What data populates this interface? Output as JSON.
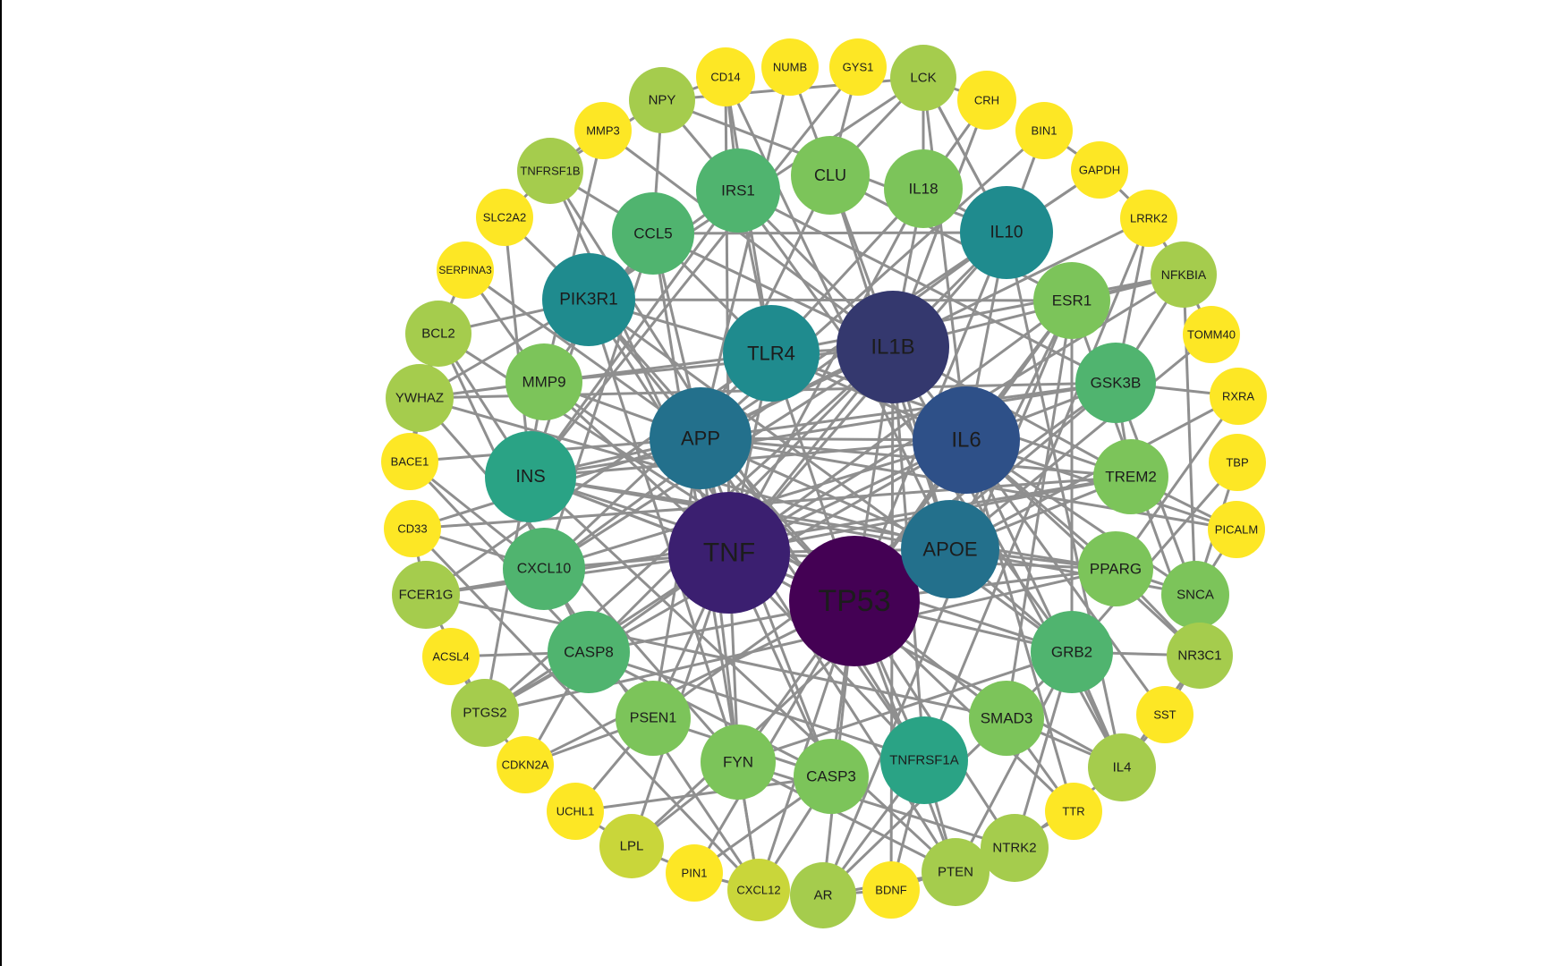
{
  "palette": {
    "edge": "#8f8f8f",
    "c1": "#440154",
    "c2": "#3b1f70",
    "c3": "#34386e",
    "c4": "#2e5088",
    "c5": "#23708c",
    "c6": "#1f8b8e",
    "c7": "#2aa385",
    "c8": "#50b46f",
    "c9": "#7cc45a",
    "c10": "#a5cc4d",
    "c11": "#c9d63a",
    "c12": "#fde725"
  },
  "nodes": [
    {
      "id": "TP53",
      "label": "TP53",
      "color": "c1"
    },
    {
      "id": "TNF",
      "label": "TNF",
      "color": "c2"
    },
    {
      "id": "IL1B",
      "label": "IL1B",
      "color": "c3"
    },
    {
      "id": "IL6",
      "label": "IL6",
      "color": "c4"
    },
    {
      "id": "APP",
      "label": "APP",
      "color": "c5"
    },
    {
      "id": "APOE",
      "label": "APOE",
      "color": "c5"
    },
    {
      "id": "TLR4",
      "label": "TLR4",
      "color": "c6"
    },
    {
      "id": "IL10",
      "label": "IL10",
      "color": "c6"
    },
    {
      "id": "PIK3R1",
      "label": "PIK3R1",
      "color": "c6"
    },
    {
      "id": "INS",
      "label": "INS",
      "color": "c7"
    },
    {
      "id": "TNFRSF1A",
      "label": "TNFRSF1A",
      "color": "c7"
    },
    {
      "id": "IRS1",
      "label": "IRS1",
      "color": "c8"
    },
    {
      "id": "CCL5",
      "label": "CCL5",
      "color": "c8"
    },
    {
      "id": "CXCL10",
      "label": "CXCL10",
      "color": "c8"
    },
    {
      "id": "CASP8",
      "label": "CASP8",
      "color": "c8"
    },
    {
      "id": "GRB2",
      "label": "GRB2",
      "color": "c8"
    },
    {
      "id": "GSK3B",
      "label": "GSK3B",
      "color": "c8"
    },
    {
      "id": "CLU",
      "label": "CLU",
      "color": "c9"
    },
    {
      "id": "IL18",
      "label": "IL18",
      "color": "c9"
    },
    {
      "id": "ESR1",
      "label": "ESR1",
      "color": "c9"
    },
    {
      "id": "MMP9",
      "label": "MMP9",
      "color": "c9"
    },
    {
      "id": "TREM2",
      "label": "TREM2",
      "color": "c9"
    },
    {
      "id": "PPARG",
      "label": "PPARG",
      "color": "c9"
    },
    {
      "id": "CASP3",
      "label": "CASP3",
      "color": "c9"
    },
    {
      "id": "SMAD3",
      "label": "SMAD3",
      "color": "c9"
    },
    {
      "id": "FYN",
      "label": "FYN",
      "color": "c9"
    },
    {
      "id": "PSEN1",
      "label": "PSEN1",
      "color": "c9"
    },
    {
      "id": "NPY",
      "label": "NPY",
      "color": "c10"
    },
    {
      "id": "LCK",
      "label": "LCK",
      "color": "c10"
    },
    {
      "id": "TNFRSF1B",
      "label": "TNFRSF1B",
      "color": "c10"
    },
    {
      "id": "NFKBIA",
      "label": "NFKBIA",
      "color": "c10"
    },
    {
      "id": "BCL2",
      "label": "BCL2",
      "color": "c10"
    },
    {
      "id": "YWHAZ",
      "label": "YWHAZ",
      "color": "c10"
    },
    {
      "id": "FCER1G",
      "label": "FCER1G",
      "color": "c10"
    },
    {
      "id": "SNCA",
      "label": "SNCA",
      "color": "c9"
    },
    {
      "id": "NR3C1",
      "label": "NR3C1",
      "color": "c10"
    },
    {
      "id": "PTGS2",
      "label": "PTGS2",
      "color": "c10"
    },
    {
      "id": "IL4",
      "label": "IL4",
      "color": "c10"
    },
    {
      "id": "NTRK2",
      "label": "NTRK2",
      "color": "c10"
    },
    {
      "id": "PTEN",
      "label": "PTEN",
      "color": "c10"
    },
    {
      "id": "AR",
      "label": "AR",
      "color": "c10"
    },
    {
      "id": "LPL",
      "label": "LPL",
      "color": "c11"
    },
    {
      "id": "CXCL12",
      "label": "CXCL12",
      "color": "c11"
    },
    {
      "id": "CD14",
      "label": "CD14",
      "color": "c12"
    },
    {
      "id": "NUMB",
      "label": "NUMB",
      "color": "c12"
    },
    {
      "id": "GYS1",
      "label": "GYS1",
      "color": "c12"
    },
    {
      "id": "CRH",
      "label": "CRH",
      "color": "c12"
    },
    {
      "id": "BIN1",
      "label": "BIN1",
      "color": "c12"
    },
    {
      "id": "GAPDH",
      "label": "GAPDH",
      "color": "c12"
    },
    {
      "id": "LRRK2",
      "label": "LRRK2",
      "color": "c12"
    },
    {
      "id": "TOMM40",
      "label": "TOMM40",
      "color": "c12"
    },
    {
      "id": "RXRA",
      "label": "RXRA",
      "color": "c12"
    },
    {
      "id": "TBP",
      "label": "TBP",
      "color": "c12"
    },
    {
      "id": "PICALM",
      "label": "PICALM",
      "color": "c12"
    },
    {
      "id": "SST",
      "label": "SST",
      "color": "c12"
    },
    {
      "id": "TTR",
      "label": "TTR",
      "color": "c12"
    },
    {
      "id": "BDNF",
      "label": "BDNF",
      "color": "c12"
    },
    {
      "id": "PIN1",
      "label": "PIN1",
      "color": "c12"
    },
    {
      "id": "UCHL1",
      "label": "UCHL1",
      "color": "c12"
    },
    {
      "id": "CDKN2A",
      "label": "CDKN2A",
      "color": "c12"
    },
    {
      "id": "ACSL4",
      "label": "ACSL4",
      "color": "c12"
    },
    {
      "id": "CD33",
      "label": "CD33",
      "color": "c12"
    },
    {
      "id": "BACE1",
      "label": "BACE1",
      "color": "c12"
    },
    {
      "id": "SERPINA3",
      "label": "SERPINA3",
      "color": "c12"
    },
    {
      "id": "SLC2A2",
      "label": "SLC2A2",
      "color": "c12"
    },
    {
      "id": "MMP3",
      "label": "MMP3",
      "color": "c12"
    }
  ],
  "edges": [
    [
      "TP53",
      "TNF"
    ],
    [
      "TP53",
      "IL1B"
    ],
    [
      "TP53",
      "IL6"
    ],
    [
      "TP53",
      "APP"
    ],
    [
      "TP53",
      "APOE"
    ],
    [
      "TP53",
      "TLR4"
    ],
    [
      "TP53",
      "INS"
    ],
    [
      "TP53",
      "PIK3R1"
    ],
    [
      "TP53",
      "CASP8"
    ],
    [
      "TP53",
      "CASP3"
    ],
    [
      "TP53",
      "GRB2"
    ],
    [
      "TP53",
      "SMAD3"
    ],
    [
      "TP53",
      "PTEN"
    ],
    [
      "TP53",
      "AR"
    ],
    [
      "TP53",
      "ESR1"
    ],
    [
      "TP53",
      "GSK3B"
    ],
    [
      "TP53",
      "BCL2"
    ],
    [
      "TP53",
      "CDKN2A"
    ],
    [
      "TP53",
      "PIN1"
    ],
    [
      "TP53",
      "FYN"
    ],
    [
      "TP53",
      "IL10"
    ],
    [
      "TP53",
      "MMP9"
    ],
    [
      "TP53",
      "TNFRSF1A"
    ],
    [
      "TP53",
      "PPARG"
    ],
    [
      "TP53",
      "NTRK2"
    ],
    [
      "TP53",
      "CXCL12"
    ],
    [
      "TNF",
      "IL1B"
    ],
    [
      "TNF",
      "IL6"
    ],
    [
      "TNF",
      "APP"
    ],
    [
      "TNF",
      "APOE"
    ],
    [
      "TNF",
      "TLR4"
    ],
    [
      "TNF",
      "IL10"
    ],
    [
      "TNF",
      "CCL5"
    ],
    [
      "TNF",
      "CXCL10"
    ],
    [
      "TNF",
      "CASP8"
    ],
    [
      "TNF",
      "TNFRSF1A"
    ],
    [
      "TNF",
      "TNFRSF1B"
    ],
    [
      "TNF",
      "PTGS2"
    ],
    [
      "TNF",
      "NFKBIA"
    ],
    [
      "TNF",
      "INS"
    ],
    [
      "TNF",
      "MMP9"
    ],
    [
      "TNF",
      "IL4"
    ],
    [
      "TNF",
      "IL18"
    ],
    [
      "TNF",
      "CASP3"
    ],
    [
      "TNF",
      "FCER1G"
    ],
    [
      "TNF",
      "LPL"
    ],
    [
      "TNF",
      "CD14"
    ],
    [
      "TNF",
      "PSEN1"
    ],
    [
      "TNF",
      "FYN"
    ],
    [
      "TNF",
      "ESR1"
    ],
    [
      "TNF",
      "TREM2"
    ],
    [
      "TNF",
      "PPARG"
    ],
    [
      "IL1B",
      "IL6"
    ],
    [
      "IL1B",
      "APP"
    ],
    [
      "IL1B",
      "APOE"
    ],
    [
      "IL1B",
      "TLR4"
    ],
    [
      "IL1B",
      "IL10"
    ],
    [
      "IL1B",
      "IL18"
    ],
    [
      "IL1B",
      "CCL5"
    ],
    [
      "IL1B",
      "CXCL10"
    ],
    [
      "IL1B",
      "MMP9"
    ],
    [
      "IL1B",
      "PTGS2"
    ],
    [
      "IL1B",
      "CASP8"
    ],
    [
      "IL1B",
      "NFKBIA"
    ],
    [
      "IL1B",
      "TNFRSF1A"
    ],
    [
      "IL1B",
      "CLU"
    ],
    [
      "IL1B",
      "IRS1"
    ],
    [
      "IL1B",
      "TREM2"
    ],
    [
      "IL1B",
      "IL4"
    ],
    [
      "IL1B",
      "MMP3"
    ],
    [
      "IL1B",
      "CRH"
    ],
    [
      "IL1B",
      "BDNF"
    ],
    [
      "IL6",
      "APP"
    ],
    [
      "IL6",
      "APOE"
    ],
    [
      "IL6",
      "IL10"
    ],
    [
      "IL6",
      "TLR4"
    ],
    [
      "IL6",
      "INS"
    ],
    [
      "IL6",
      "ESR1"
    ],
    [
      "IL6",
      "PTGS2"
    ],
    [
      "IL6",
      "CXCL10"
    ],
    [
      "IL6",
      "IL4"
    ],
    [
      "IL6",
      "PPARG"
    ],
    [
      "IL6",
      "SNCA"
    ],
    [
      "IL6",
      "NR3C1"
    ],
    [
      "IL6",
      "GSK3B"
    ],
    [
      "IL6",
      "TTR"
    ],
    [
      "IL6",
      "SST"
    ],
    [
      "IL6",
      "LCK"
    ],
    [
      "APP",
      "APOE"
    ],
    [
      "APP",
      "PSEN1"
    ],
    [
      "APP",
      "BACE1"
    ],
    [
      "APP",
      "CLU"
    ],
    [
      "APP",
      "GSK3B"
    ],
    [
      "APP",
      "INS"
    ],
    [
      "APP",
      "TREM2"
    ],
    [
      "APP",
      "BIN1"
    ],
    [
      "APP",
      "PICALM"
    ],
    [
      "APP",
      "CD33"
    ],
    [
      "APP",
      "FYN"
    ],
    [
      "APP",
      "CASP3"
    ],
    [
      "APP",
      "LRRK2"
    ],
    [
      "APP",
      "NUMB"
    ],
    [
      "APP",
      "GAPDH"
    ],
    [
      "APP",
      "SERPINA3"
    ],
    [
      "APP",
      "MMP9"
    ],
    [
      "APP",
      "PIK3R1"
    ],
    [
      "APP",
      "TNFRSF1A"
    ],
    [
      "APOE",
      "CLU"
    ],
    [
      "APOE",
      "TREM2"
    ],
    [
      "APOE",
      "PPARG"
    ],
    [
      "APOE",
      "LPL"
    ],
    [
      "APOE",
      "TOMM40"
    ],
    [
      "APOE",
      "RXRA"
    ],
    [
      "APOE",
      "GRB2"
    ],
    [
      "APOE",
      "SNCA"
    ],
    [
      "APOE",
      "INS"
    ],
    [
      "APOE",
      "YWHAZ"
    ],
    [
      "APOE",
      "ESR1"
    ],
    [
      "APOE",
      "CD14"
    ],
    [
      "TLR4",
      "CD14"
    ],
    [
      "TLR4",
      "CCL5"
    ],
    [
      "TLR4",
      "CXCL10"
    ],
    [
      "TLR4",
      "IRS1"
    ],
    [
      "TLR4",
      "PIK3R1"
    ],
    [
      "TLR4",
      "MMP9"
    ],
    [
      "TLR4",
      "TREM2"
    ],
    [
      "TLR4",
      "FCER1G"
    ],
    [
      "TLR4",
      "IL18"
    ],
    [
      "TLR4",
      "NFKBIA"
    ],
    [
      "IL10",
      "IL18"
    ],
    [
      "IL10",
      "IL4"
    ],
    [
      "IL10",
      "CXCL10"
    ],
    [
      "IL10",
      "CCL5"
    ],
    [
      "IL10",
      "BIN1"
    ],
    [
      "IL10",
      "GAPDH"
    ],
    [
      "IL10",
      "LCK"
    ],
    [
      "IL10",
      "NPY"
    ],
    [
      "PIK3R1",
      "INS"
    ],
    [
      "PIK3R1",
      "IRS1"
    ],
    [
      "PIK3R1",
      "GRB2"
    ],
    [
      "PIK3R1",
      "PTEN"
    ],
    [
      "PIK3R1",
      "FYN"
    ],
    [
      "PIK3R1",
      "LCK"
    ],
    [
      "PIK3R1",
      "SLC2A2"
    ],
    [
      "PIK3R1",
      "BCL2"
    ],
    [
      "PIK3R1",
      "ESR1"
    ],
    [
      "PIK3R1",
      "YWHAZ"
    ],
    [
      "INS",
      "IRS1"
    ],
    [
      "INS",
      "GSK3B"
    ],
    [
      "INS",
      "GRB2"
    ],
    [
      "INS",
      "SLC2A2"
    ],
    [
      "INS",
      "GYS1"
    ],
    [
      "INS",
      "PTEN"
    ],
    [
      "INS",
      "PPARG"
    ],
    [
      "INS",
      "BCL2"
    ],
    [
      "IRS1",
      "GRB2"
    ],
    [
      "IRS1",
      "GSK3B"
    ],
    [
      "IRS1",
      "CD14"
    ],
    [
      "IRS1",
      "NPY"
    ],
    [
      "CCL5",
      "CXCL10"
    ],
    [
      "CCL5",
      "CXCL12"
    ],
    [
      "CCL5",
      "MMP9"
    ],
    [
      "CCL5",
      "NPY"
    ],
    [
      "CCL5",
      "TNFRSF1B"
    ],
    [
      "CXCL10",
      "CXCL12"
    ],
    [
      "CXCL10",
      "BACE1"
    ],
    [
      "CXCL10",
      "CD33"
    ],
    [
      "CASP8",
      "CASP3"
    ],
    [
      "CASP8",
      "TNFRSF1A"
    ],
    [
      "CASP8",
      "PTGS2"
    ],
    [
      "CASP8",
      "BCL2"
    ],
    [
      "CASP8",
      "ACSL4"
    ],
    [
      "CASP8",
      "CDKN2A"
    ],
    [
      "GRB2",
      "SMAD3"
    ],
    [
      "GRB2",
      "NTRK2"
    ],
    [
      "GRB2",
      "NR3C1"
    ],
    [
      "GRB2",
      "FYN"
    ],
    [
      "GRB2",
      "PTEN"
    ],
    [
      "GRB2",
      "ESR1"
    ],
    [
      "GRB2",
      "IL4"
    ],
    [
      "GRB2",
      "TBP"
    ],
    [
      "GSK3B",
      "PSEN1"
    ],
    [
      "GSK3B",
      "TREM2"
    ],
    [
      "GSK3B",
      "SNCA"
    ],
    [
      "GSK3B",
      "LRRK2"
    ],
    [
      "GSK3B",
      "NFKBIA"
    ],
    [
      "GSK3B",
      "YWHAZ"
    ],
    [
      "ESR1",
      "AR"
    ],
    [
      "ESR1",
      "NR3C1"
    ],
    [
      "ESR1",
      "SMAD3"
    ],
    [
      "ESR1",
      "NFKBIA"
    ],
    [
      "ESR1",
      "CLU"
    ],
    [
      "MMP9",
      "MMP3"
    ],
    [
      "MMP9",
      "PTGS2"
    ],
    [
      "MMP9",
      "YWHAZ"
    ],
    [
      "MMP9",
      "SERPINA3"
    ],
    [
      "TREM2",
      "PICALM"
    ],
    [
      "TREM2",
      "CD33"
    ],
    [
      "TREM2",
      "FCER1G"
    ],
    [
      "PPARG",
      "RXRA"
    ],
    [
      "PPARG",
      "NR3C1"
    ],
    [
      "PPARG",
      "SNCA"
    ],
    [
      "PPARG",
      "PTGS2"
    ],
    [
      "CASP3",
      "PSEN1"
    ],
    [
      "CASP3",
      "UCHL1"
    ],
    [
      "CASP3",
      "PIN1"
    ],
    [
      "CASP3",
      "CXCL12"
    ],
    [
      "SMAD3",
      "AR"
    ],
    [
      "SMAD3",
      "IL4"
    ],
    [
      "SMAD3",
      "TTR"
    ],
    [
      "SMAD3",
      "FCER1G"
    ],
    [
      "FYN",
      "LPL"
    ],
    [
      "FYN",
      "CXCL12"
    ],
    [
      "FYN",
      "PTEN"
    ],
    [
      "FYN",
      "NTRK2"
    ],
    [
      "FYN",
      "YWHAZ"
    ],
    [
      "PSEN1",
      "CDKN2A"
    ],
    [
      "PSEN1",
      "UCHL1"
    ],
    [
      "PSEN1",
      "BACE1"
    ],
    [
      "TNFRSF1A",
      "TNFRSF1B"
    ],
    [
      "TNFRSF1A",
      "BDNF"
    ],
    [
      "TNFRSF1A",
      "AR"
    ],
    [
      "TNFRSF1A",
      "PTEN"
    ],
    [
      "TNFRSF1A",
      "LRRK2"
    ],
    [
      "CLU",
      "NUMB"
    ],
    [
      "CLU",
      "GYS1"
    ],
    [
      "CLU",
      "LCK"
    ],
    [
      "IL18",
      "LCK"
    ],
    [
      "IL18",
      "CRH"
    ],
    [
      "NPY",
      "CD14"
    ],
    [
      "NPY",
      "LCK"
    ],
    [
      "NPY",
      "TNFRSF1B"
    ],
    [
      "LCK",
      "CRH"
    ],
    [
      "LCK",
      "IL10"
    ],
    [
      "NFKBIA",
      "SNCA"
    ],
    [
      "NFKBIA",
      "LRRK2"
    ],
    [
      "NFKBIA",
      "TOMM40"
    ],
    [
      "BCL2",
      "YWHAZ"
    ],
    [
      "BCL2",
      "BACE1"
    ],
    [
      "PTGS2",
      "CDKN2A"
    ],
    [
      "PTGS2",
      "ACSL4"
    ],
    [
      "PTGS2",
      "FCER1G"
    ],
    [
      "NTRK2",
      "BDNF"
    ],
    [
      "NTRK2",
      "PTEN"
    ],
    [
      "NTRK2",
      "IL4"
    ],
    [
      "SNCA",
      "NR3C1"
    ],
    [
      "SNCA",
      "TBP"
    ],
    [
      "SNCA",
      "PICALM"
    ],
    [
      "IL4",
      "SST"
    ],
    [
      "IL4",
      "NR3C1"
    ],
    [
      "LPL",
      "UCHL1"
    ],
    [
      "LPL",
      "PIN1"
    ],
    [
      "AR",
      "PTEN"
    ],
    [
      "AR",
      "BDNF"
    ],
    [
      "CXCL12",
      "PIN1"
    ],
    [
      "CXCL12",
      "CD33"
    ],
    [
      "TNFRSF1B",
      "SLC2A2"
    ],
    [
      "TNFRSF1B",
      "MMP3"
    ],
    [
      "BIN1",
      "GAPDH"
    ],
    [
      "GAPDH",
      "LRRK2"
    ],
    [
      "GSK3B",
      "RXRA"
    ],
    [
      "IL6",
      "PICALM"
    ],
    [
      "TP53",
      "TTR"
    ],
    [
      "PTEN",
      "TTR"
    ],
    [
      "SST",
      "NR3C1"
    ],
    [
      "BCL2",
      "SERPINA3"
    ],
    [
      "FCER1G",
      "CD33"
    ],
    [
      "YWHAZ",
      "BACE1"
    ]
  ]
}
